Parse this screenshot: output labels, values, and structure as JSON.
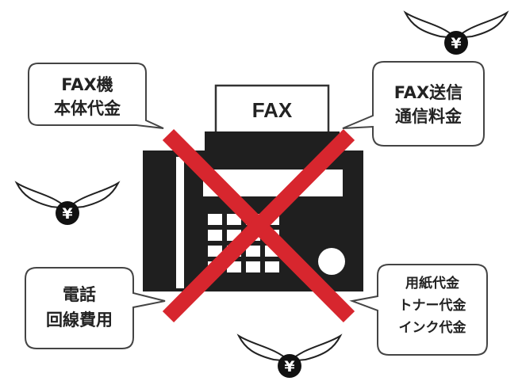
{
  "fax_label": "FAX",
  "bubbles": {
    "fax_machine": {
      "lines": [
        "FAX機",
        "本体代金"
      ]
    },
    "fax_send": {
      "lines": [
        "FAX送信",
        "通信料金"
      ]
    },
    "phone_line": {
      "lines": [
        "電話",
        "回線費用"
      ]
    },
    "supplies": {
      "lines": [
        "用紙代金",
        "トナー代金",
        "インク代金"
      ]
    }
  },
  "money_symbol": "¥",
  "icons": [
    "flying-yen-coin-icon",
    "fax-machine-icon",
    "red-x-cross-icon"
  ],
  "colors": {
    "cross": "#d7262e",
    "machine": "#1f1f1f",
    "outline": "#333333"
  }
}
